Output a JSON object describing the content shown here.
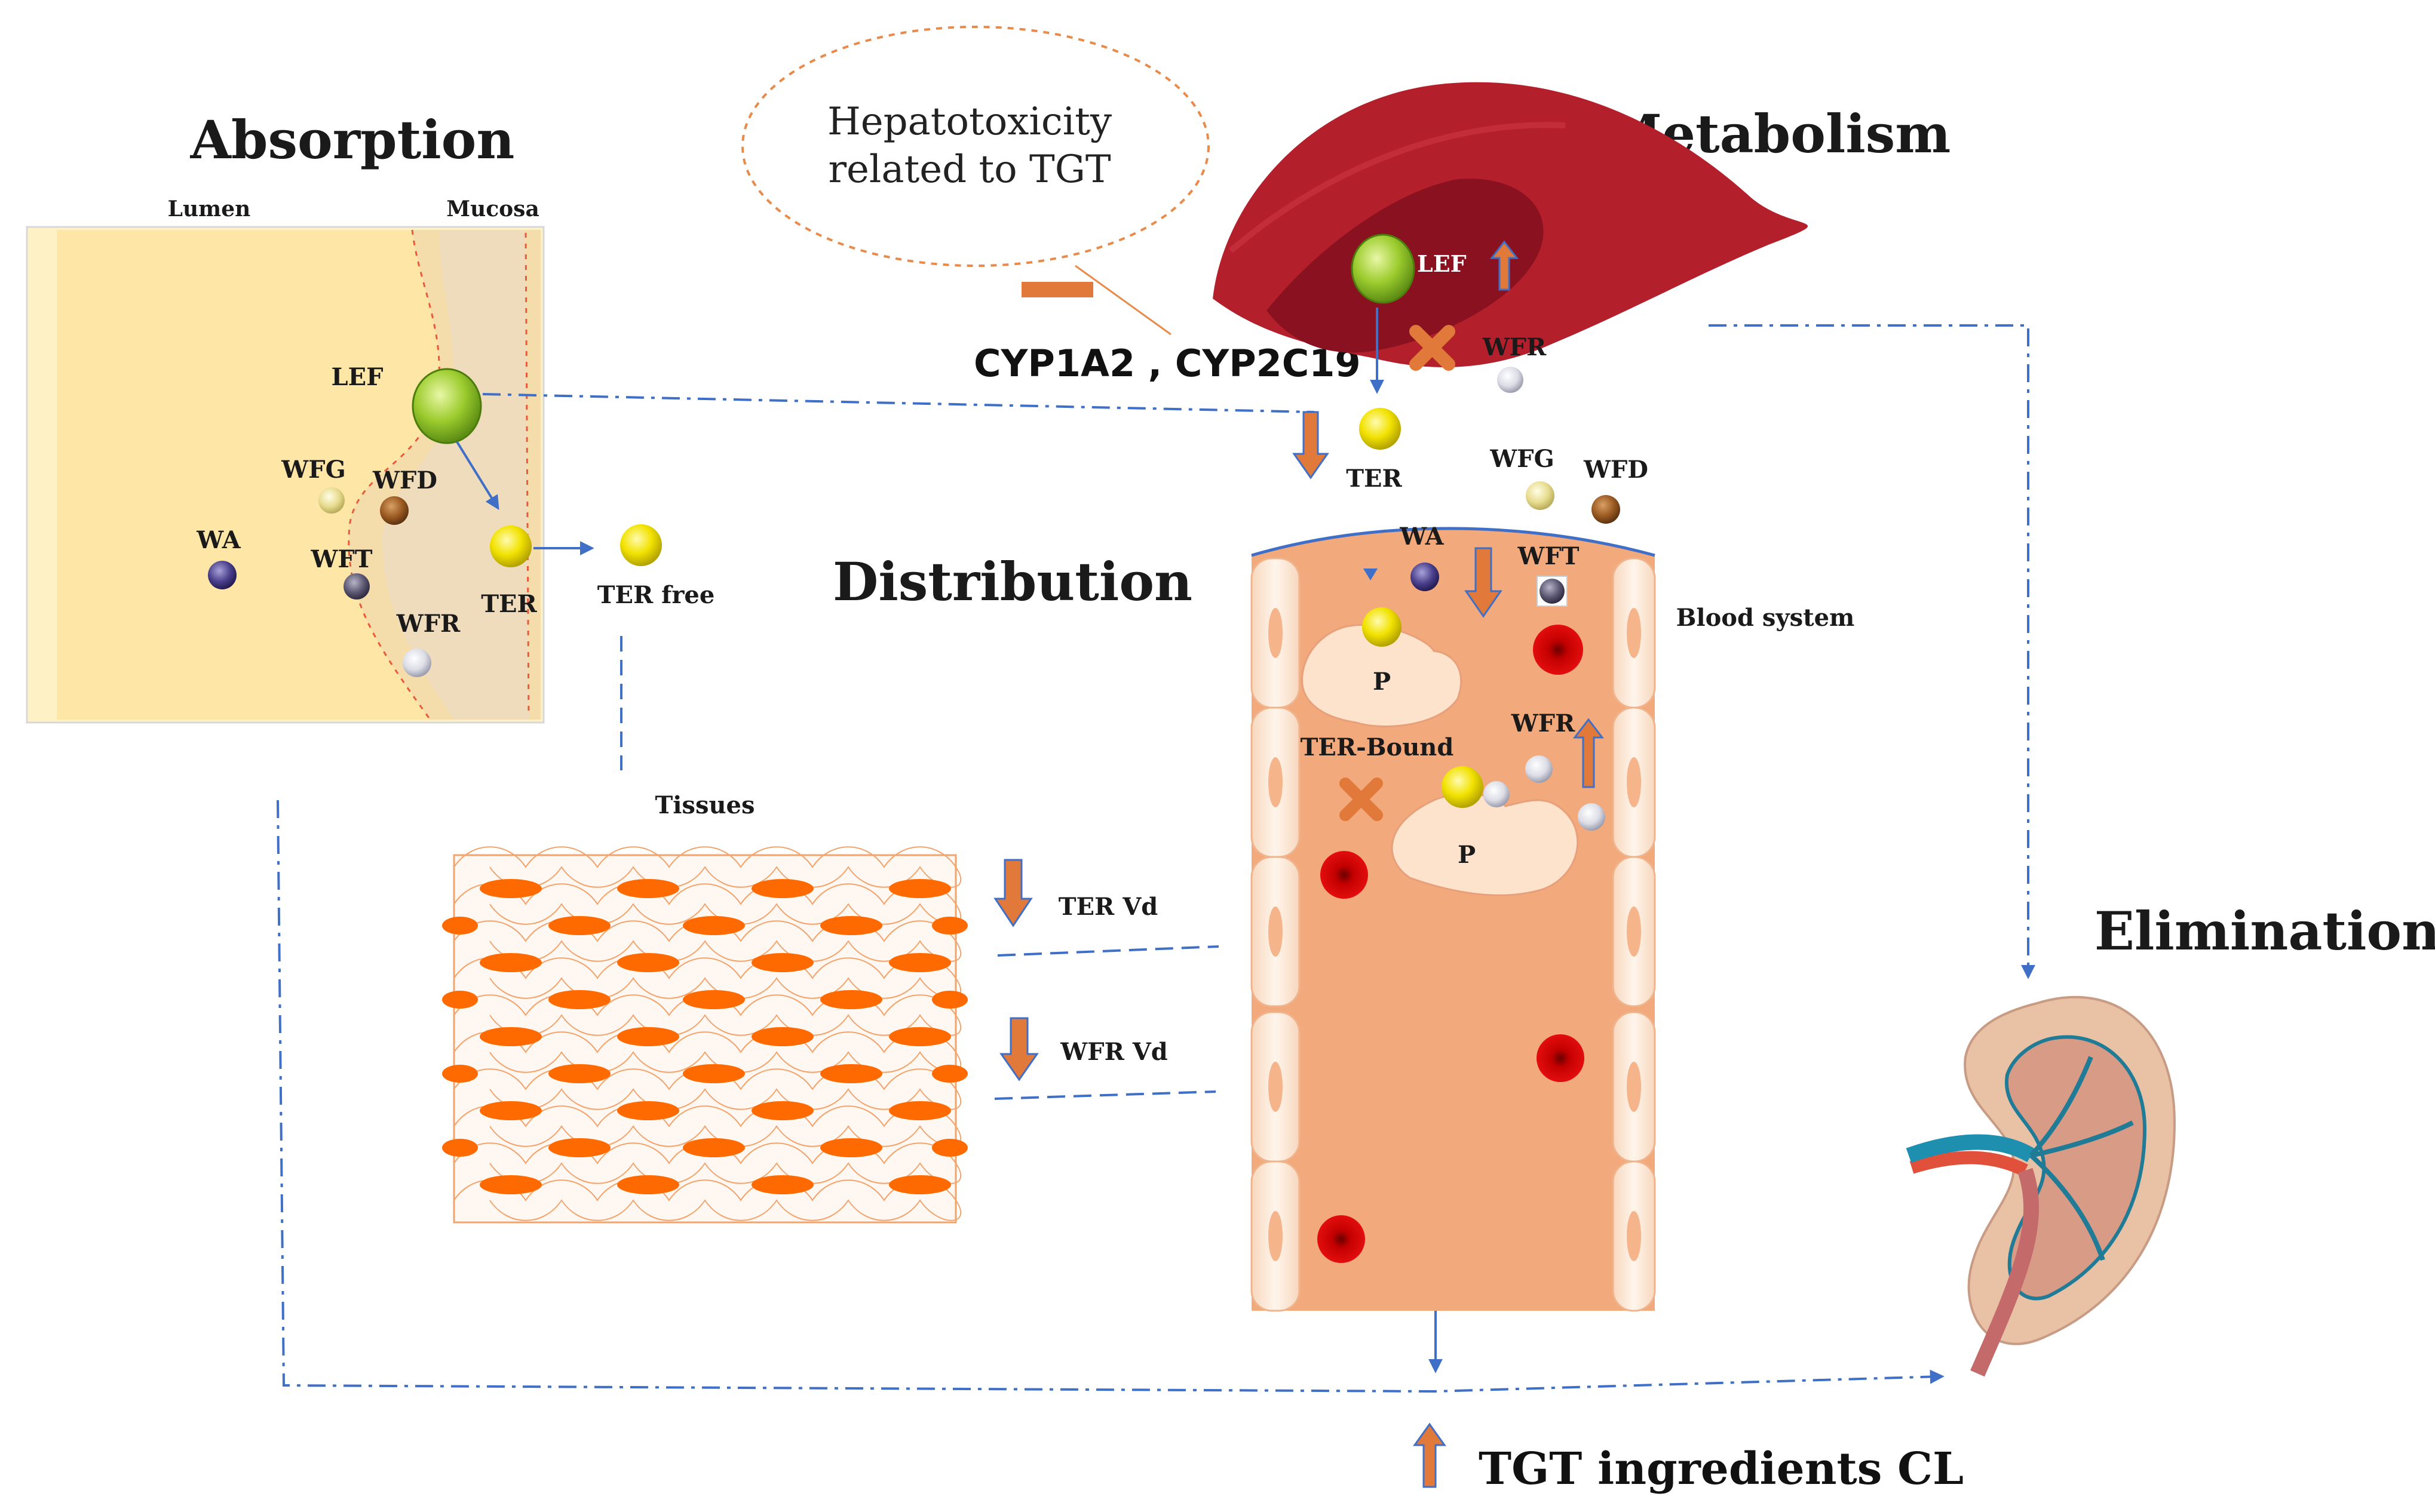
{
  "sections": {
    "absorption": "Absorption",
    "metabolism": "Metabolism",
    "distribution": "Distribution",
    "elimination": "Elimination"
  },
  "absorption_panel": {
    "lumen": "Lumen",
    "mucosa": "Mucosa",
    "compounds": {
      "lef": "LEF",
      "wfg": "WFG",
      "wfd": "WFD",
      "wa": "WA",
      "wft": "WFT",
      "ter": "TER",
      "wfr": "WFR"
    },
    "ter_free": "TER free"
  },
  "metabolism_panel": {
    "hepatotoxicity_line1": "Hepatotoxicity",
    "hepatotoxicity_line2": "related to TGT",
    "enzymes": "CYP1A2 , CYP2C19",
    "lef": "LEF",
    "wfr": "WFR",
    "ter": "TER",
    "wfg": "WFG",
    "wfd": "WFD"
  },
  "distribution_panel": {
    "tissues": "Tissues",
    "ter_vd": "TER Vd",
    "wfr_vd": "WFR Vd",
    "blood_system": "Blood system",
    "wa": "WA",
    "wft": "WFT",
    "wfr": "WFR",
    "protein": "P",
    "ter_bound": "TER-Bound"
  },
  "elimination_panel": {
    "clearance": "TGT ingredients CL"
  },
  "colors": {
    "arrow_orange": "#e0793a",
    "dash_blue": "#3f6fc6",
    "liver_red": "#b1202c",
    "vessel_peach": "#f2a97c",
    "tissue_orange": "#ff6a00",
    "ter_yellow": "#f2e200",
    "lef_green": "#9ccc2e"
  }
}
